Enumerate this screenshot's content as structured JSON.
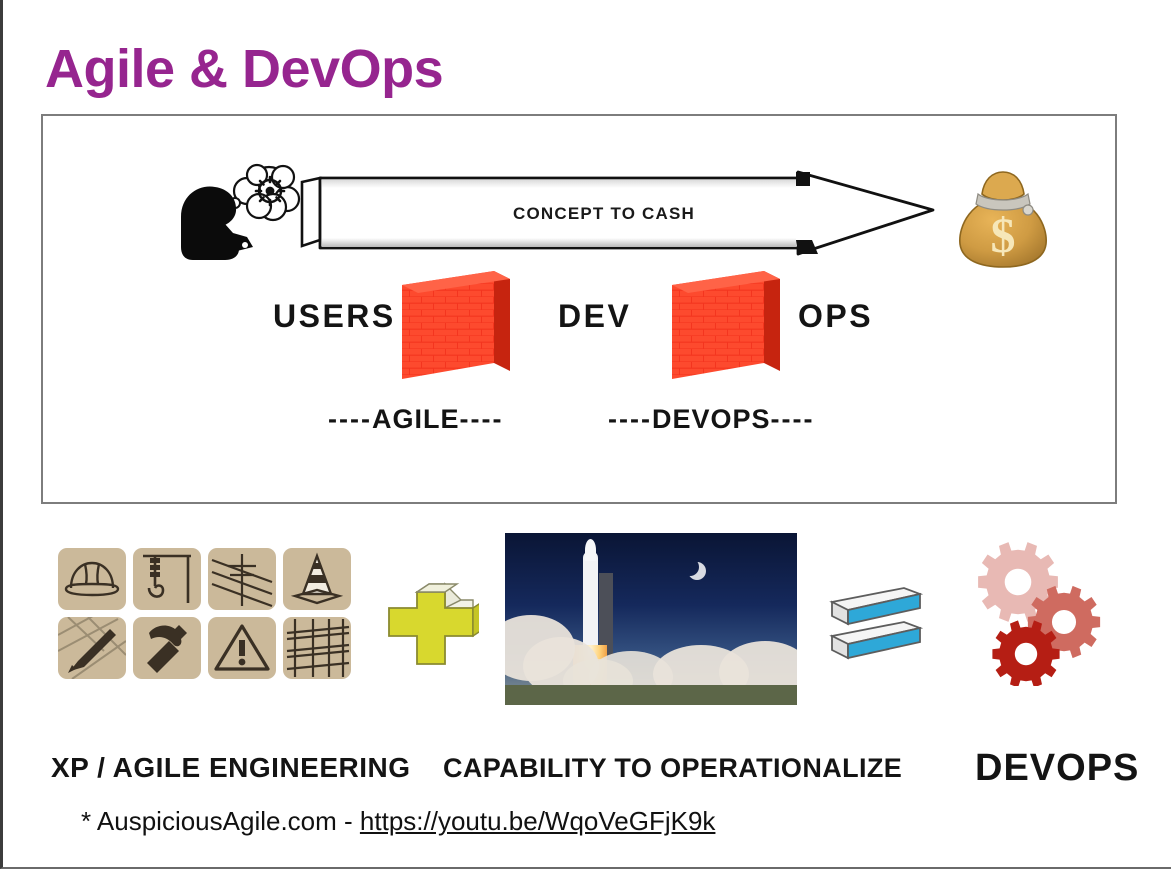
{
  "slide": {
    "title": "Agile & DevOps"
  },
  "diagram": {
    "arrow_label": "CONCEPT TO CASH",
    "thinker_icon": "head-with-idea-thought-bubble-icon",
    "money_icon": "money-bag-dollar-icon",
    "roles": [
      {
        "label": "USERS",
        "name": "role-users"
      },
      {
        "label": "DEV",
        "name": "role-dev"
      },
      {
        "label": "OPS",
        "name": "role-ops"
      }
    ],
    "walls": [
      {
        "name": "brick-wall-between-users-and-dev",
        "icon": "brick-wall-icon",
        "color": "#f03020"
      },
      {
        "name": "brick-wall-between-dev-and-ops",
        "icon": "brick-wall-icon",
        "color": "#f03020"
      }
    ],
    "practices": [
      {
        "dash_left": "----",
        "label": "AGILE",
        "dash_right": "----"
      },
      {
        "dash_left": "----",
        "label": "DEVOPS",
        "dash_right": "----"
      }
    ]
  },
  "equation": {
    "icon_grid": {
      "tiles": [
        {
          "icon": "hard-hat-icon"
        },
        {
          "icon": "crane-hook-icon"
        },
        {
          "icon": "power-lines-icon"
        },
        {
          "icon": "traffic-cone-icon"
        },
        {
          "icon": "blueprint-pencil-icon"
        },
        {
          "icon": "hammer-icon"
        },
        {
          "icon": "warning-triangle-icon"
        },
        {
          "icon": "scaffolding-icon"
        }
      ],
      "tile_color": "#cbb99a"
    },
    "plus": {
      "icon": "plus-sign-3d-icon",
      "color": "#d8d82e"
    },
    "rocket": {
      "icon": "rocket-launch-photo",
      "sky_color": "#15295c"
    },
    "equals": {
      "icon": "equals-sign-3d-icon",
      "color": "#2ea8d8"
    },
    "gears": {
      "icon": "gears-icon",
      "colors": [
        "#e8b9b4",
        "#cf6b60",
        "#b51e14"
      ]
    }
  },
  "captions": {
    "left": "XP / AGILE ENGINEERING",
    "middle": "CAPABILITY TO OPERATIONALIZE",
    "right": "DEVOPS"
  },
  "footer": {
    "prefix": "* AuspiciousAgile.com - ",
    "link": "https://youtu.be/WqoVeGFjK9k"
  },
  "colors": {
    "title": "#96258F",
    "frame_border": "#7d7d7d",
    "brick": "#f03020",
    "tile": "#cbb99a"
  }
}
